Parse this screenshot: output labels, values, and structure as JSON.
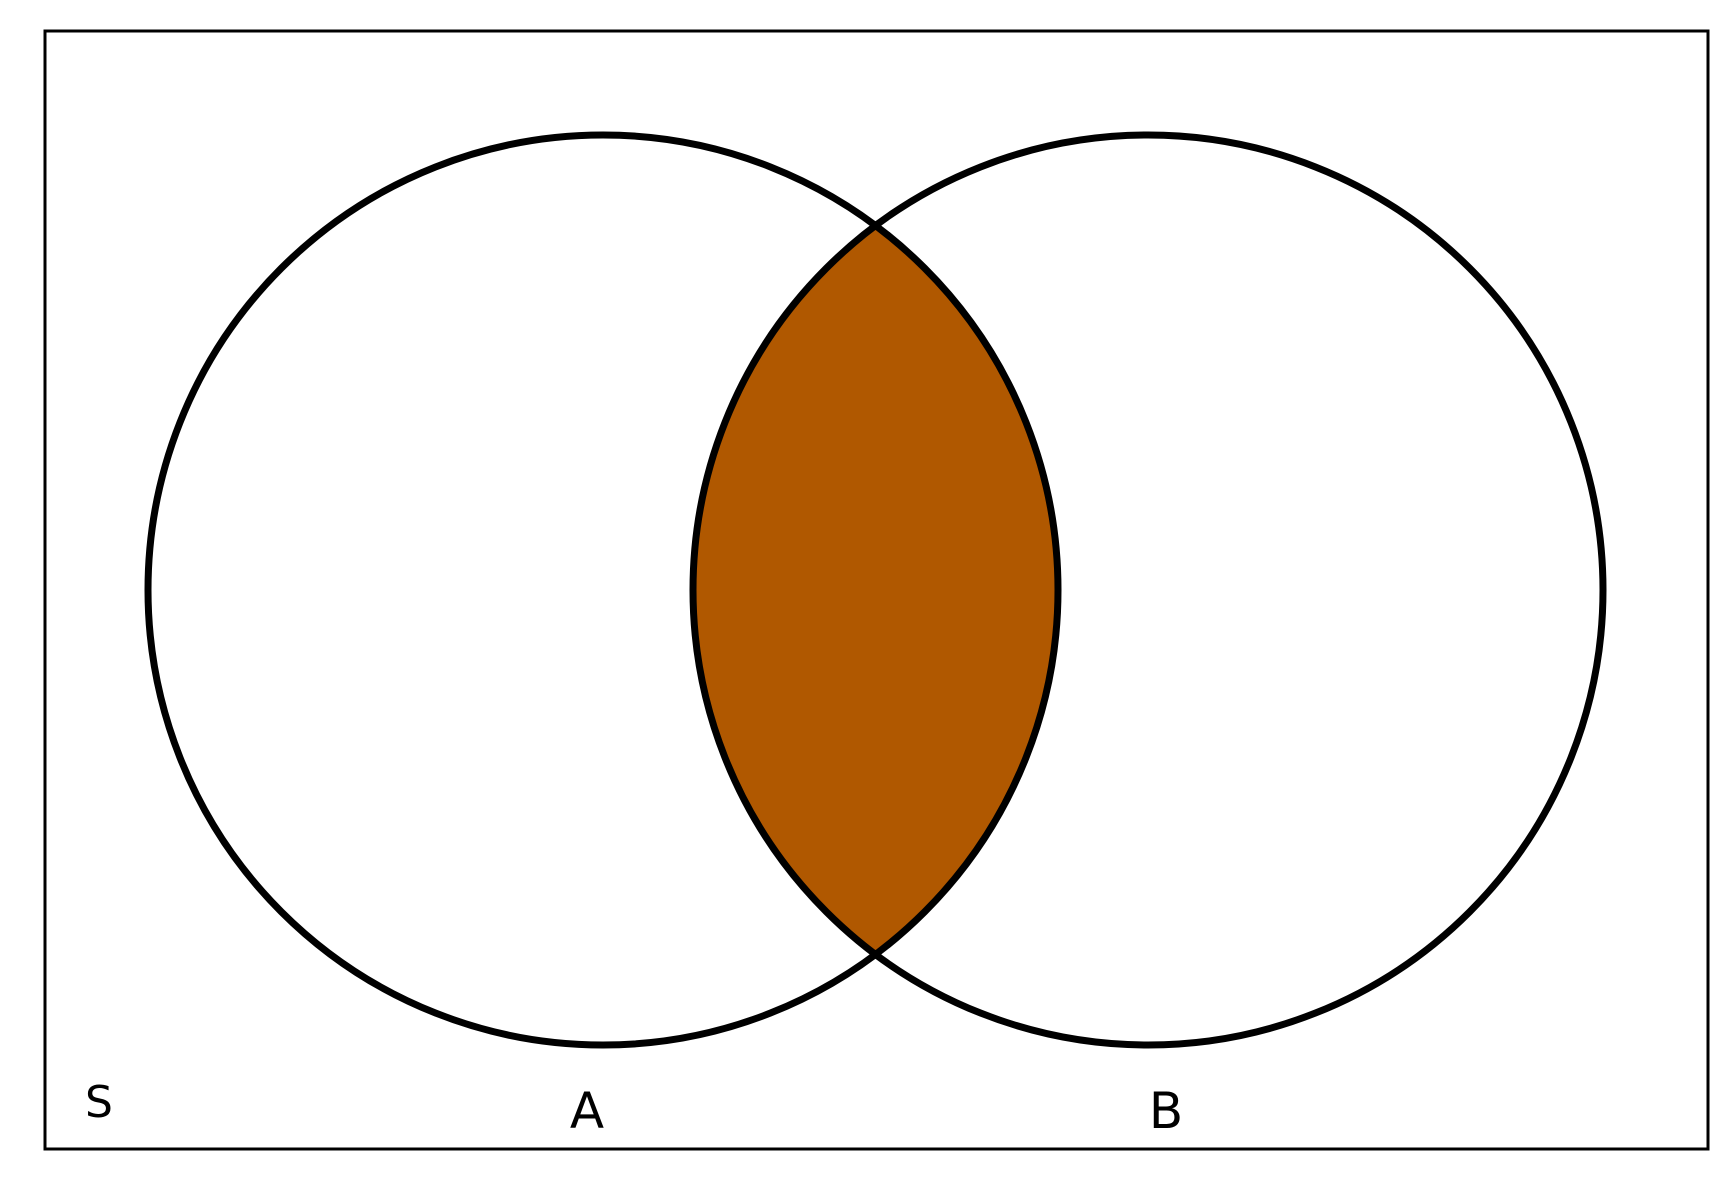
{
  "diagram": {
    "universe_label": "S",
    "set_a_label": "A",
    "set_b_label": "B",
    "shaded_region": "intersection",
    "colors": {
      "shade": "#b05800",
      "stroke": "#000000",
      "background": "#ffffff"
    }
  }
}
